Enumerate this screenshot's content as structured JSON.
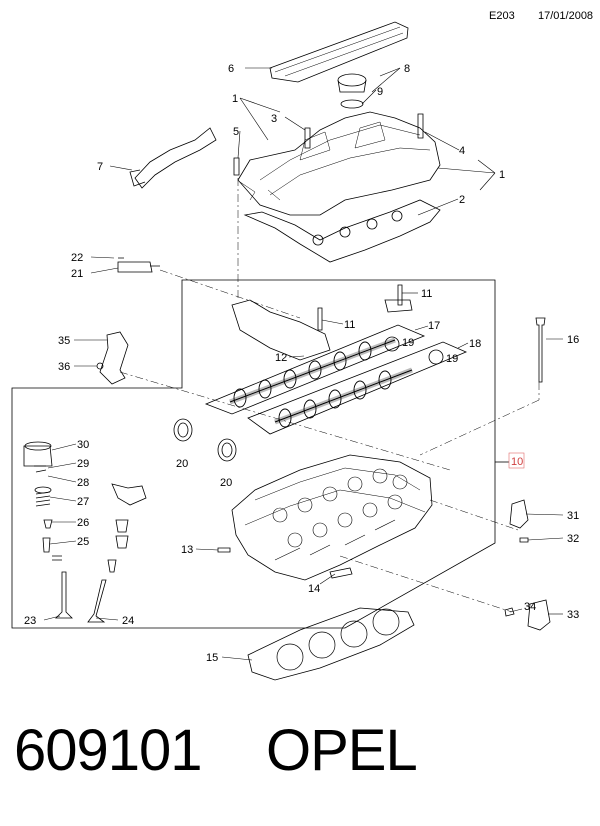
{
  "header": {
    "code": "E203",
    "date": "17/01/2008"
  },
  "callouts": {
    "c1a": "1",
    "c1b": "1",
    "c2": "2",
    "c3": "3",
    "c4": "4",
    "c5": "5",
    "c6": "6",
    "c7": "7",
    "c8": "8",
    "c9": "9",
    "c10": "10",
    "c11a": "11",
    "c11b": "11",
    "c12": "12",
    "c13": "13",
    "c14": "14",
    "c15": "15",
    "c16": "16",
    "c17": "17",
    "c18": "18",
    "c19a": "19",
    "c19b": "19",
    "c20a": "20",
    "c20b": "20",
    "c21": "21",
    "c22": "22",
    "c23": "23",
    "c24": "24",
    "c25": "25",
    "c26": "26",
    "c27": "27",
    "c28": "28",
    "c29": "29",
    "c30": "30",
    "c31": "31",
    "c32": "32",
    "c33": "33",
    "c34": "34",
    "c35": "35",
    "c36": "36"
  },
  "footer": {
    "part_number": "609101",
    "brand": "OPEL"
  }
}
